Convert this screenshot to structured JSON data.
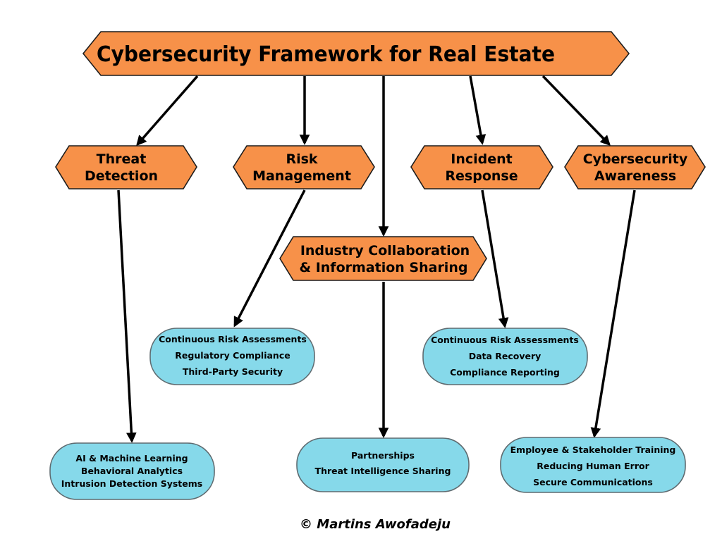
{
  "title": "Cybersecurity Framework for Real Estate",
  "categories": [
    {
      "id": "threat-detection",
      "lines": [
        "Threat",
        "Detection"
      ]
    },
    {
      "id": "risk-management",
      "lines": [
        "Risk",
        "Management"
      ]
    },
    {
      "id": "industry-collaboration",
      "lines": [
        "Industry Collaboration",
        "& Information Sharing"
      ]
    },
    {
      "id": "incident-response",
      "lines": [
        "Incident",
        "Response"
      ]
    },
    {
      "id": "cybersecurity-awareness",
      "lines": [
        "Cybersecurity",
        "Awareness"
      ]
    }
  ],
  "detail_boxes": [
    {
      "id": "threat-detection-details",
      "items": [
        "AI & Machine Learning",
        "Behavioral Analytics",
        "Intrusion Detection Systems"
      ]
    },
    {
      "id": "risk-management-details",
      "items": [
        "Continuous Risk Assessments",
        "Regulatory Compliance",
        "Third-Party Security"
      ]
    },
    {
      "id": "industry-collaboration-details",
      "items": [
        "Partnerships",
        "Threat Intelligence Sharing"
      ]
    },
    {
      "id": "incident-response-details",
      "items": [
        "Continuous Risk Assessments",
        "Data Recovery",
        "Compliance Reporting"
      ]
    },
    {
      "id": "cybersecurity-awareness-details",
      "items": [
        "Employee & Stakeholder Training",
        "Reducing Human Error",
        "Secure Communications"
      ]
    }
  ],
  "credit": "© Martins Awofadeju",
  "colors": {
    "hexagon_fill": "#f79149",
    "pill_fill": "#86d9ea",
    "arrow": "#000000"
  }
}
